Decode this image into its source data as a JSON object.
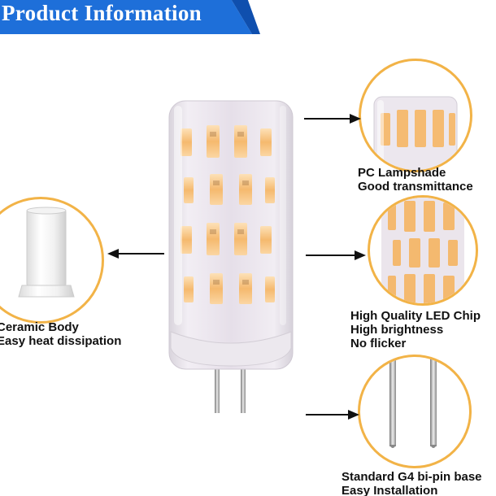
{
  "banner": {
    "title": "Product Information"
  },
  "features": {
    "lampshade": {
      "line1": "PC Lampshade",
      "line2": "Good transmittance"
    },
    "ceramic": {
      "line1": "Ceramic Body",
      "line2": "Easy heat dissipation"
    },
    "chip": {
      "line1": "High Quality LED Chip",
      "line2": "High brightness",
      "line3": "No flicker"
    },
    "base": {
      "line1": "Standard G4 bi-pin base",
      "line2": "Easy Installation"
    }
  },
  "colors": {
    "banner_blue": "#1e6fd9",
    "callout_border": "#f2b347",
    "led_glow": "#f6c07a",
    "arrow": "#111111"
  }
}
